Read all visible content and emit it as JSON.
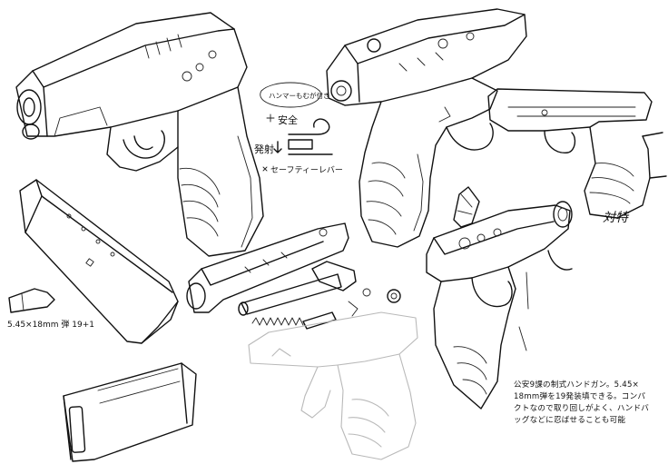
{
  "sheet": {
    "background": "#ffffff",
    "ink_color": "#111111",
    "ghost_color": "#b9b9b9"
  },
  "annotations": {
    "hammer_note": "ハンマーもむが付き",
    "fire_label": "発射",
    "safe_label": "安全",
    "safety_lever_label": "セーフティーレバー",
    "ammo_note": "5.45×18mm 弾 19+1",
    "signature": "対特"
  },
  "caption": {
    "lines": [
      "公安9課の制式ハンドガン。5.45×",
      "18mm弾を19発装填できる。コンパ",
      "クトなので取り回しがよく、ハンドバ",
      "ッグなどに忍ばせることも可能"
    ]
  }
}
